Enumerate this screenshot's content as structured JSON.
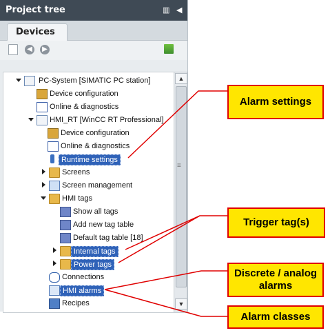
{
  "panel": {
    "title": "Project tree",
    "tab_label": "Devices"
  },
  "tree": [
    {
      "label": "PC-System [SIMATIC PC station]",
      "selected": false
    },
    {
      "label": "Device configuration",
      "selected": false
    },
    {
      "label": "Online & diagnostics",
      "selected": false
    },
    {
      "label": "HMI_RT [WinCC RT Professional]",
      "selected": false
    },
    {
      "label": "Device configuration",
      "selected": false
    },
    {
      "label": "Online & diagnostics",
      "selected": false
    },
    {
      "label": "Runtime settings",
      "selected": true
    },
    {
      "label": "Screens",
      "selected": false
    },
    {
      "label": "Screen management",
      "selected": false
    },
    {
      "label": "HMI tags",
      "selected": false
    },
    {
      "label": "Show all tags",
      "selected": false
    },
    {
      "label": "Add new tag table",
      "selected": false
    },
    {
      "label": "Default tag table [18]",
      "selected": false
    },
    {
      "label": "Internal tags",
      "selected": true
    },
    {
      "label": "Power tags",
      "selected": true
    },
    {
      "label": "Connections",
      "selected": false
    },
    {
      "label": "HMI alarms",
      "selected": true
    },
    {
      "label": "Recipes",
      "selected": false
    }
  ],
  "callouts": {
    "alarm_settings": "Alarm settings",
    "trigger_tags": "Trigger tag(s)",
    "discrete_analog": "Discrete / analog alarms",
    "alarm_classes": "Alarm classes"
  },
  "colors": {
    "callout_fill": "#ffe600",
    "callout_border": "#e00000",
    "selection": "#2f62b8"
  }
}
